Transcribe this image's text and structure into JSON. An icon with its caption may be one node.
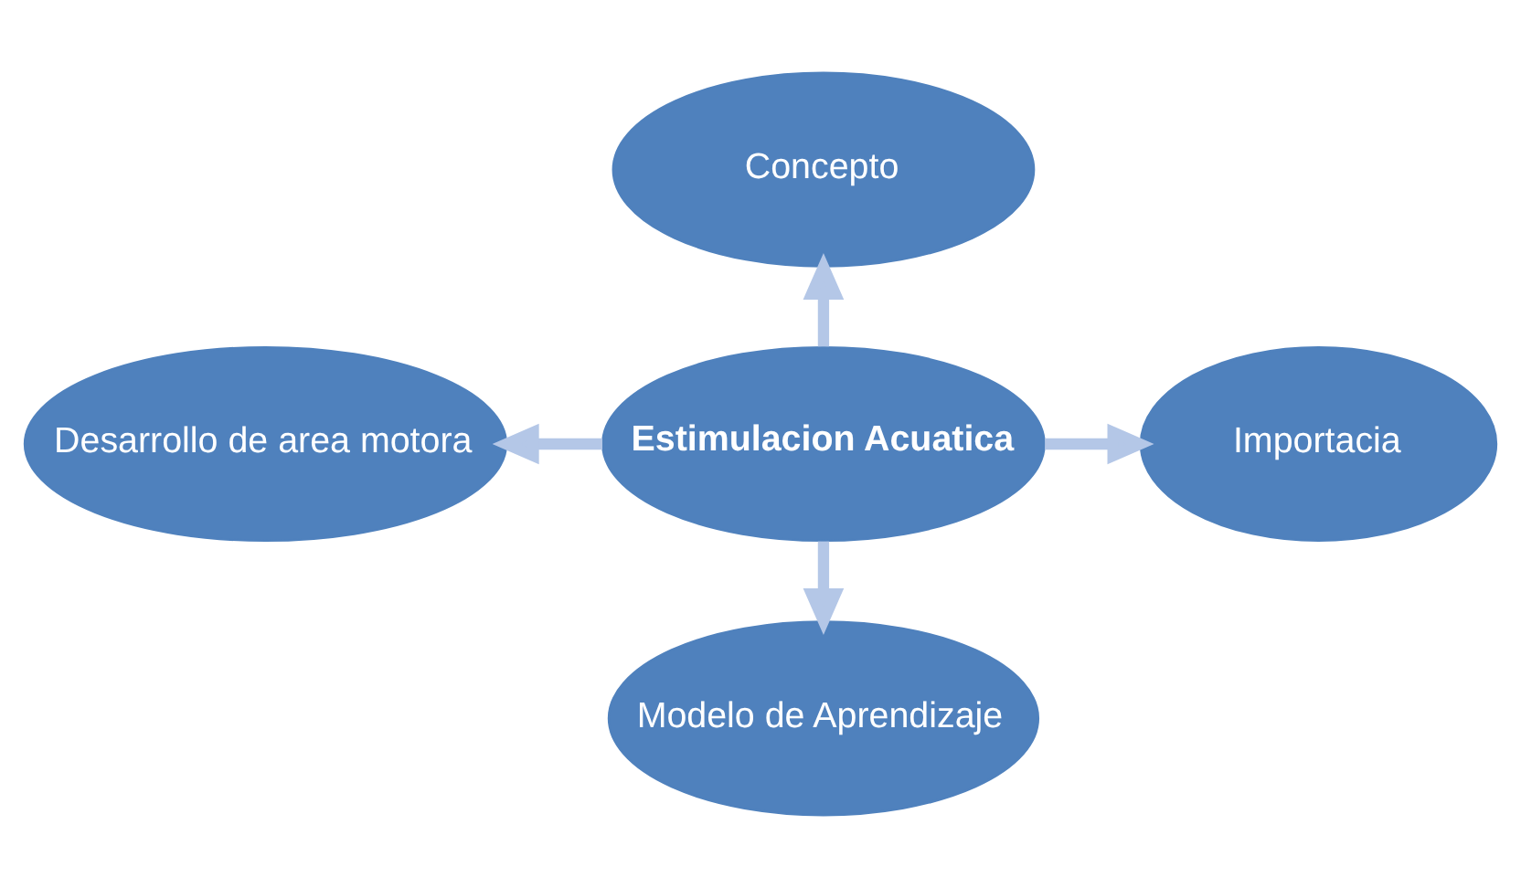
{
  "diagram": {
    "nodes": [
      {
        "text": [
          "Concepto"
        ]
      },
      {
        "text": [
          "Desarrollo de area motora"
        ]
      },
      {
        "text": [
          "Estimulacion Acuatica"
        ]
      },
      {
        "text": [
          "Importacia"
        ]
      },
      {
        "text": [
          "Modelo de Aprendizaje"
        ]
      }
    ],
    "edges": [
      {
        "from": 2,
        "to": 0,
        "arrow": "to"
      },
      {
        "from": 2,
        "to": 3,
        "arrow": "to"
      },
      {
        "from": 2,
        "to": 4,
        "arrow": "to"
      },
      {
        "from": 2,
        "to": 1,
        "arrow": "to"
      }
    ]
  }
}
